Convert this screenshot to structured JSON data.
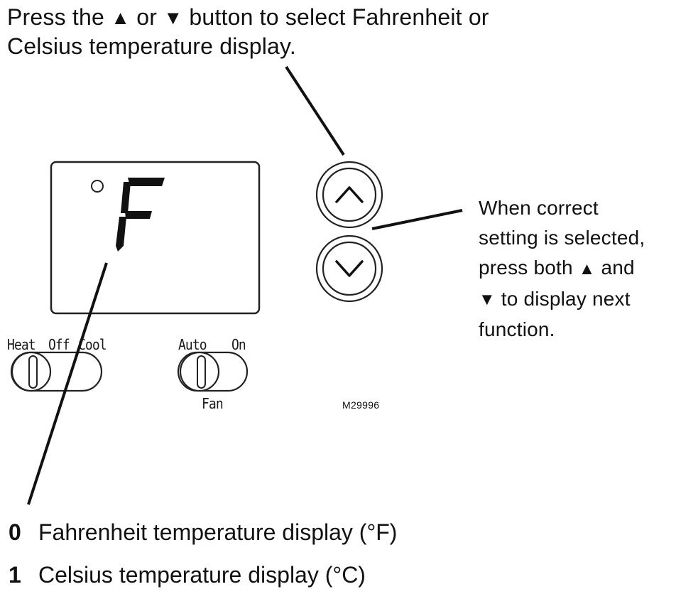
{
  "instruction": {
    "before": "Press the ",
    "up_symbol": "▲",
    "middle": " or ",
    "down_symbol": "▼",
    "line1_end": " button to select Fahrenheit or",
    "line2": "Celsius temperature display."
  },
  "side_note": {
    "line1": "When correct",
    "line2": "setting is selected,",
    "line3_before": "press both ",
    "up_symbol": "▲",
    "line3_end": " and",
    "down_symbol": "▼",
    "line4_end": " to display next",
    "line5": "function."
  },
  "display": {
    "degree_symbol": "°",
    "unit": "F"
  },
  "system_switch": {
    "heat": "Heat",
    "off": "Off",
    "cool": "Cool"
  },
  "fan_switch": {
    "auto": "Auto",
    "on": "On",
    "label": "Fan"
  },
  "model_code": "M29996",
  "options": [
    {
      "value": "0",
      "text": "Fahrenheit temperature display (°F)"
    },
    {
      "value": "1",
      "text": "Celsius temperature display (°C)"
    }
  ]
}
